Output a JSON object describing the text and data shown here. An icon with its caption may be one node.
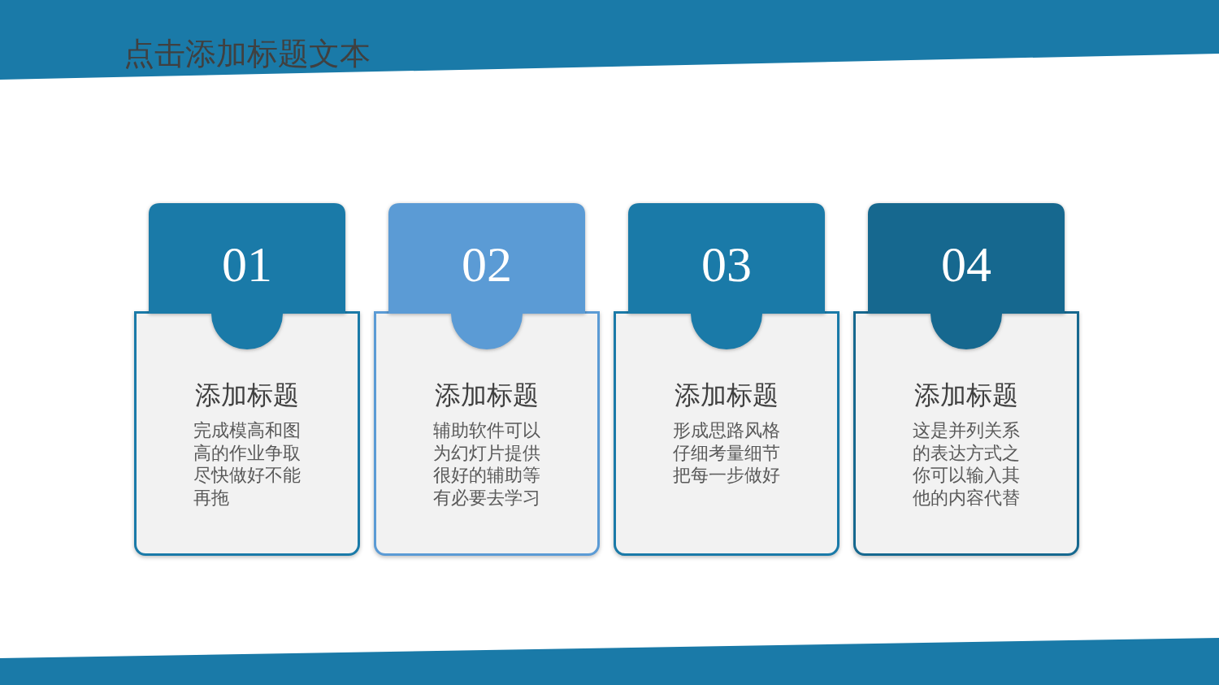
{
  "diagram": {
    "title": "点击添加标题文本",
    "nodes": [
      {
        "text": [
          "01"
        ]
      },
      {
        "text": [
          "添加标题",
          "完成模高和图高的作业争取尽快做好不能再拖"
        ]
      },
      {
        "text": [
          "02"
        ]
      },
      {
        "text": [
          "添加标题",
          "辅助软件可以为幻灯片提供很好的辅助等有必要去学习"
        ]
      },
      {
        "text": [
          "03"
        ]
      },
      {
        "text": [
          "添加标题",
          "形成思路风格仔细考量细节把每一步做好"
        ]
      },
      {
        "text": [
          "04"
        ]
      },
      {
        "text": [
          "添加标题",
          "这是并列关系的表达方式之你可以输入其他的内容代替"
        ]
      }
    ]
  }
}
